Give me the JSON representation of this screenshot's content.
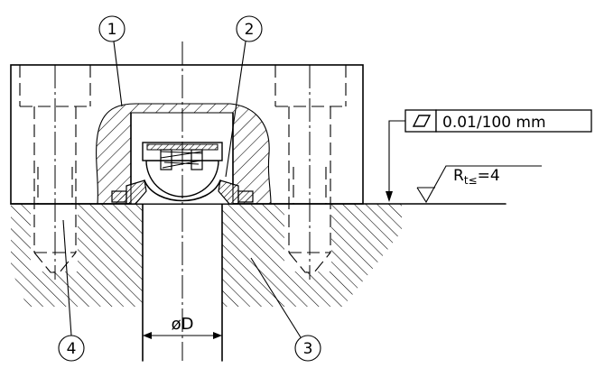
{
  "balloons": [
    {
      "id": "callout-1",
      "label": "1"
    },
    {
      "id": "callout-2",
      "label": "2"
    },
    {
      "id": "callout-3",
      "label": "3"
    },
    {
      "id": "callout-4",
      "label": "4"
    }
  ],
  "flatness_callout": {
    "symbol": "flatness",
    "value": "0.01/100 mm"
  },
  "roughness": {
    "main": "R",
    "sub": "t≤",
    "value": "=4"
  },
  "diameter_label": "øD"
}
